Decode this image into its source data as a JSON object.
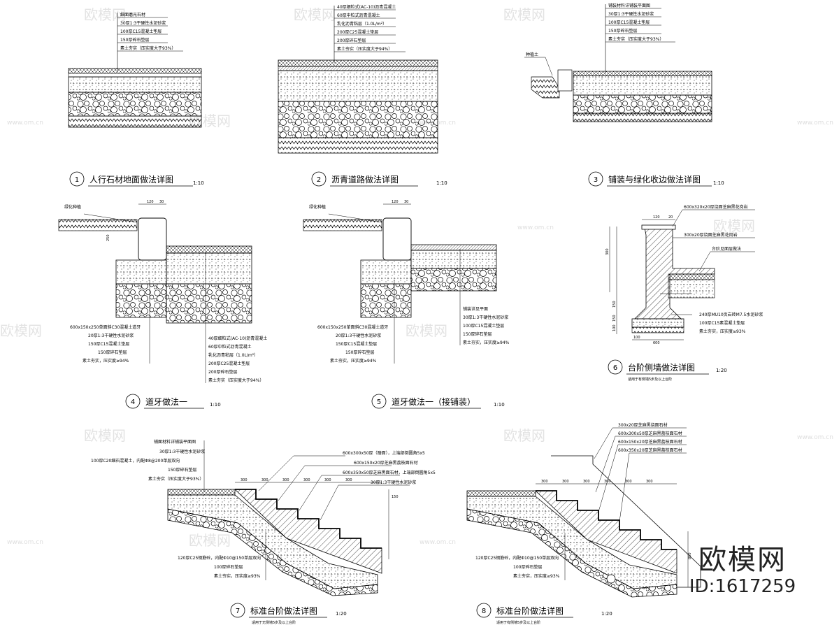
{
  "drawings": [
    {
      "id": "d1",
      "number": "1",
      "title": "人行石材地面做法详图",
      "scale": "1:10",
      "layers": [
        "细面磨光石材",
        "30厚1:3干硬性水泥砂浆",
        "100厚C15混凝土垫层",
        "150厚碎石垫层",
        "素土夯实（压实度大于93%）"
      ]
    },
    {
      "id": "d2",
      "number": "2",
      "title": "沥青道路做法详图",
      "scale": "1:10",
      "layers": [
        "40厚细粒式(AC-10)沥青混凝土",
        "60厚中粒式沥青混凝土",
        "乳化沥青粘层（1.0L/m²）",
        "200厚C25混凝土垫层",
        "200厚碎石垫层",
        "素土夯实（压实度大于94%）"
      ]
    },
    {
      "id": "d3",
      "number": "3",
      "title": "铺装与绿化收边做法详图",
      "scale": "1:10",
      "layers": [
        "铺装材料详铺装平面图",
        "30厚1:3干硬性水泥砂浆",
        "100厚C15混凝土垫层",
        "150厚碎石垫层",
        "素土夯实（压实度大于93%）"
      ],
      "notes": [
        "种植土"
      ]
    },
    {
      "id": "d4",
      "number": "4",
      "title": "道牙做法一",
      "scale": "1:10",
      "layers": [
        "600x150x250单面斜C30混凝土道牙",
        "20厚1:3干硬性水泥砂浆",
        "150厚C15混凝土垫层",
        "150厚碎石垫层",
        "素土夯实，压实度≥94%"
      ],
      "layers_right": [
        "40厚细粒式(AC-10)沥青混凝土",
        "60厚中粒式沥青混凝土",
        "乳化沥青粘层（1.0L/m²）",
        "200厚C25混凝土垫层",
        "200厚碎石垫层",
        "素土夯实（压实度大于94%）"
      ],
      "notes": [
        "绿化种植"
      ],
      "dims": [
        "120",
        "30",
        "250"
      ]
    },
    {
      "id": "d5",
      "number": "5",
      "title": "道牙做法一（接铺装）",
      "scale": "1:10",
      "layers": [
        "600x150x250单面斜C30混凝土道牙",
        "20厚1:3干硬性水泥砂浆",
        "150厚C15混凝土垫层",
        "150厚碎石垫层",
        "素土夯实，压实度≥94%"
      ],
      "layers_right": [
        "铺装详见平面",
        "30厚1:3干硬性水泥砂浆",
        "100厚C15混凝土垫层",
        "150厚碎石垫层",
        "素土夯实，压实度≥94%"
      ],
      "notes": [
        "绿化种植"
      ],
      "dims": [
        "120",
        "30"
      ]
    },
    {
      "id": "d6",
      "number": "6",
      "title": "台阶侧墙做法详图",
      "scale": "1:20",
      "subtitle": "适用于有侧墙5步及以上台阶",
      "layers": [
        "600x320x20厚烧面芝麻黑花岗岩",
        "300x20厚烧面芝麻黑花岗岩",
        "台阶见面层做法",
        "240厚MU10页岩砖M7.5水泥砂浆",
        "100厚C15素混凝土垫层",
        "素土夯实，压实度≥93%"
      ],
      "dims": [
        "120",
        "20",
        "300",
        "150",
        "150",
        "100",
        "100",
        "600"
      ]
    },
    {
      "id": "d7",
      "number": "7",
      "title": "标准台阶做法详图",
      "scale": "1:20",
      "subtitle": "适用于无侧墙5步及以上台阶",
      "layers_top": [
        "600x300x50厚（踏面），上端部倒圆角5x5",
        "600x150x20厚芝麻黑荔枝面石材",
        "600x350x50厚芝麻黑面石材，上端部倒圆角5x5",
        "30厚1:3干硬性水泥砂浆"
      ],
      "layers_left": [
        "铺面材料详铺装平面图",
        "30厚1:3干硬性水泥砂浆",
        "100厚C20细石混凝土，内配Φ8@200单层双向",
        "150厚碎石垫层",
        "素土夯实（压实度大于93%）"
      ],
      "layers_bottom": [
        "120厚C25钢筋砼，内配Φ10@150单层双向",
        "100厚碎石垫层",
        "素土夯实，压实度≥93%"
      ],
      "dims": [
        "300",
        "300",
        "300",
        "300",
        "300",
        "300",
        "150"
      ]
    },
    {
      "id": "d8",
      "number": "8",
      "title": "标准台阶做法详图",
      "scale": "1:20",
      "subtitle": "适用于有侧墙5步及以上台阶",
      "layers_top": [
        "300x20厚芝麻黑烧面石材",
        "600x300x50厚芝麻黑荔枝面石材",
        "600x150x20厚芝麻黑荔枝面石材",
        "600x350x20厚芝麻黑荔枝面石材"
      ],
      "layers_bottom": [
        "120厚C25钢筋砼，内配Φ10@150单层双向",
        "100厚碎石垫层",
        "素土夯实，压实度≥93%"
      ],
      "dims": [
        "300",
        "300",
        "300",
        "300",
        "300",
        "300",
        "850"
      ]
    }
  ],
  "watermark": {
    "text": "欧模网",
    "url": "www.om.cn"
  },
  "brand": {
    "name": "欧模网",
    "id": "ID:1617259"
  }
}
